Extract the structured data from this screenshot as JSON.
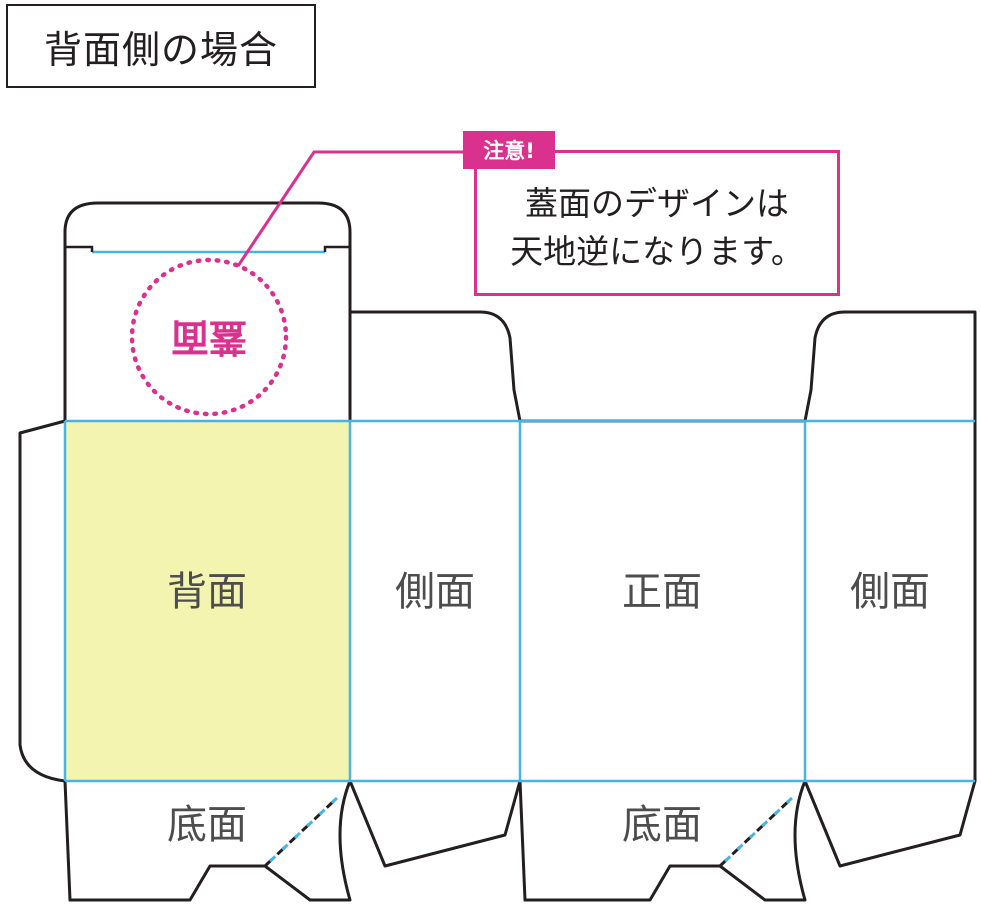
{
  "title": "背面側の場合",
  "note": {
    "tag": "注意!",
    "line1": "蓋面のデザインは",
    "line2": "天地逆になります。"
  },
  "labels": {
    "lid": "蓋面",
    "back": "背面",
    "side_left": "側面",
    "front": "正面",
    "side_right": "側面",
    "bottom_left": "底面",
    "bottom_right": "底面"
  },
  "colors": {
    "outline": "#231f20",
    "fold_line": "#47b3e6",
    "accent": "#d9318d",
    "back_fill": "#f4f4b1"
  }
}
